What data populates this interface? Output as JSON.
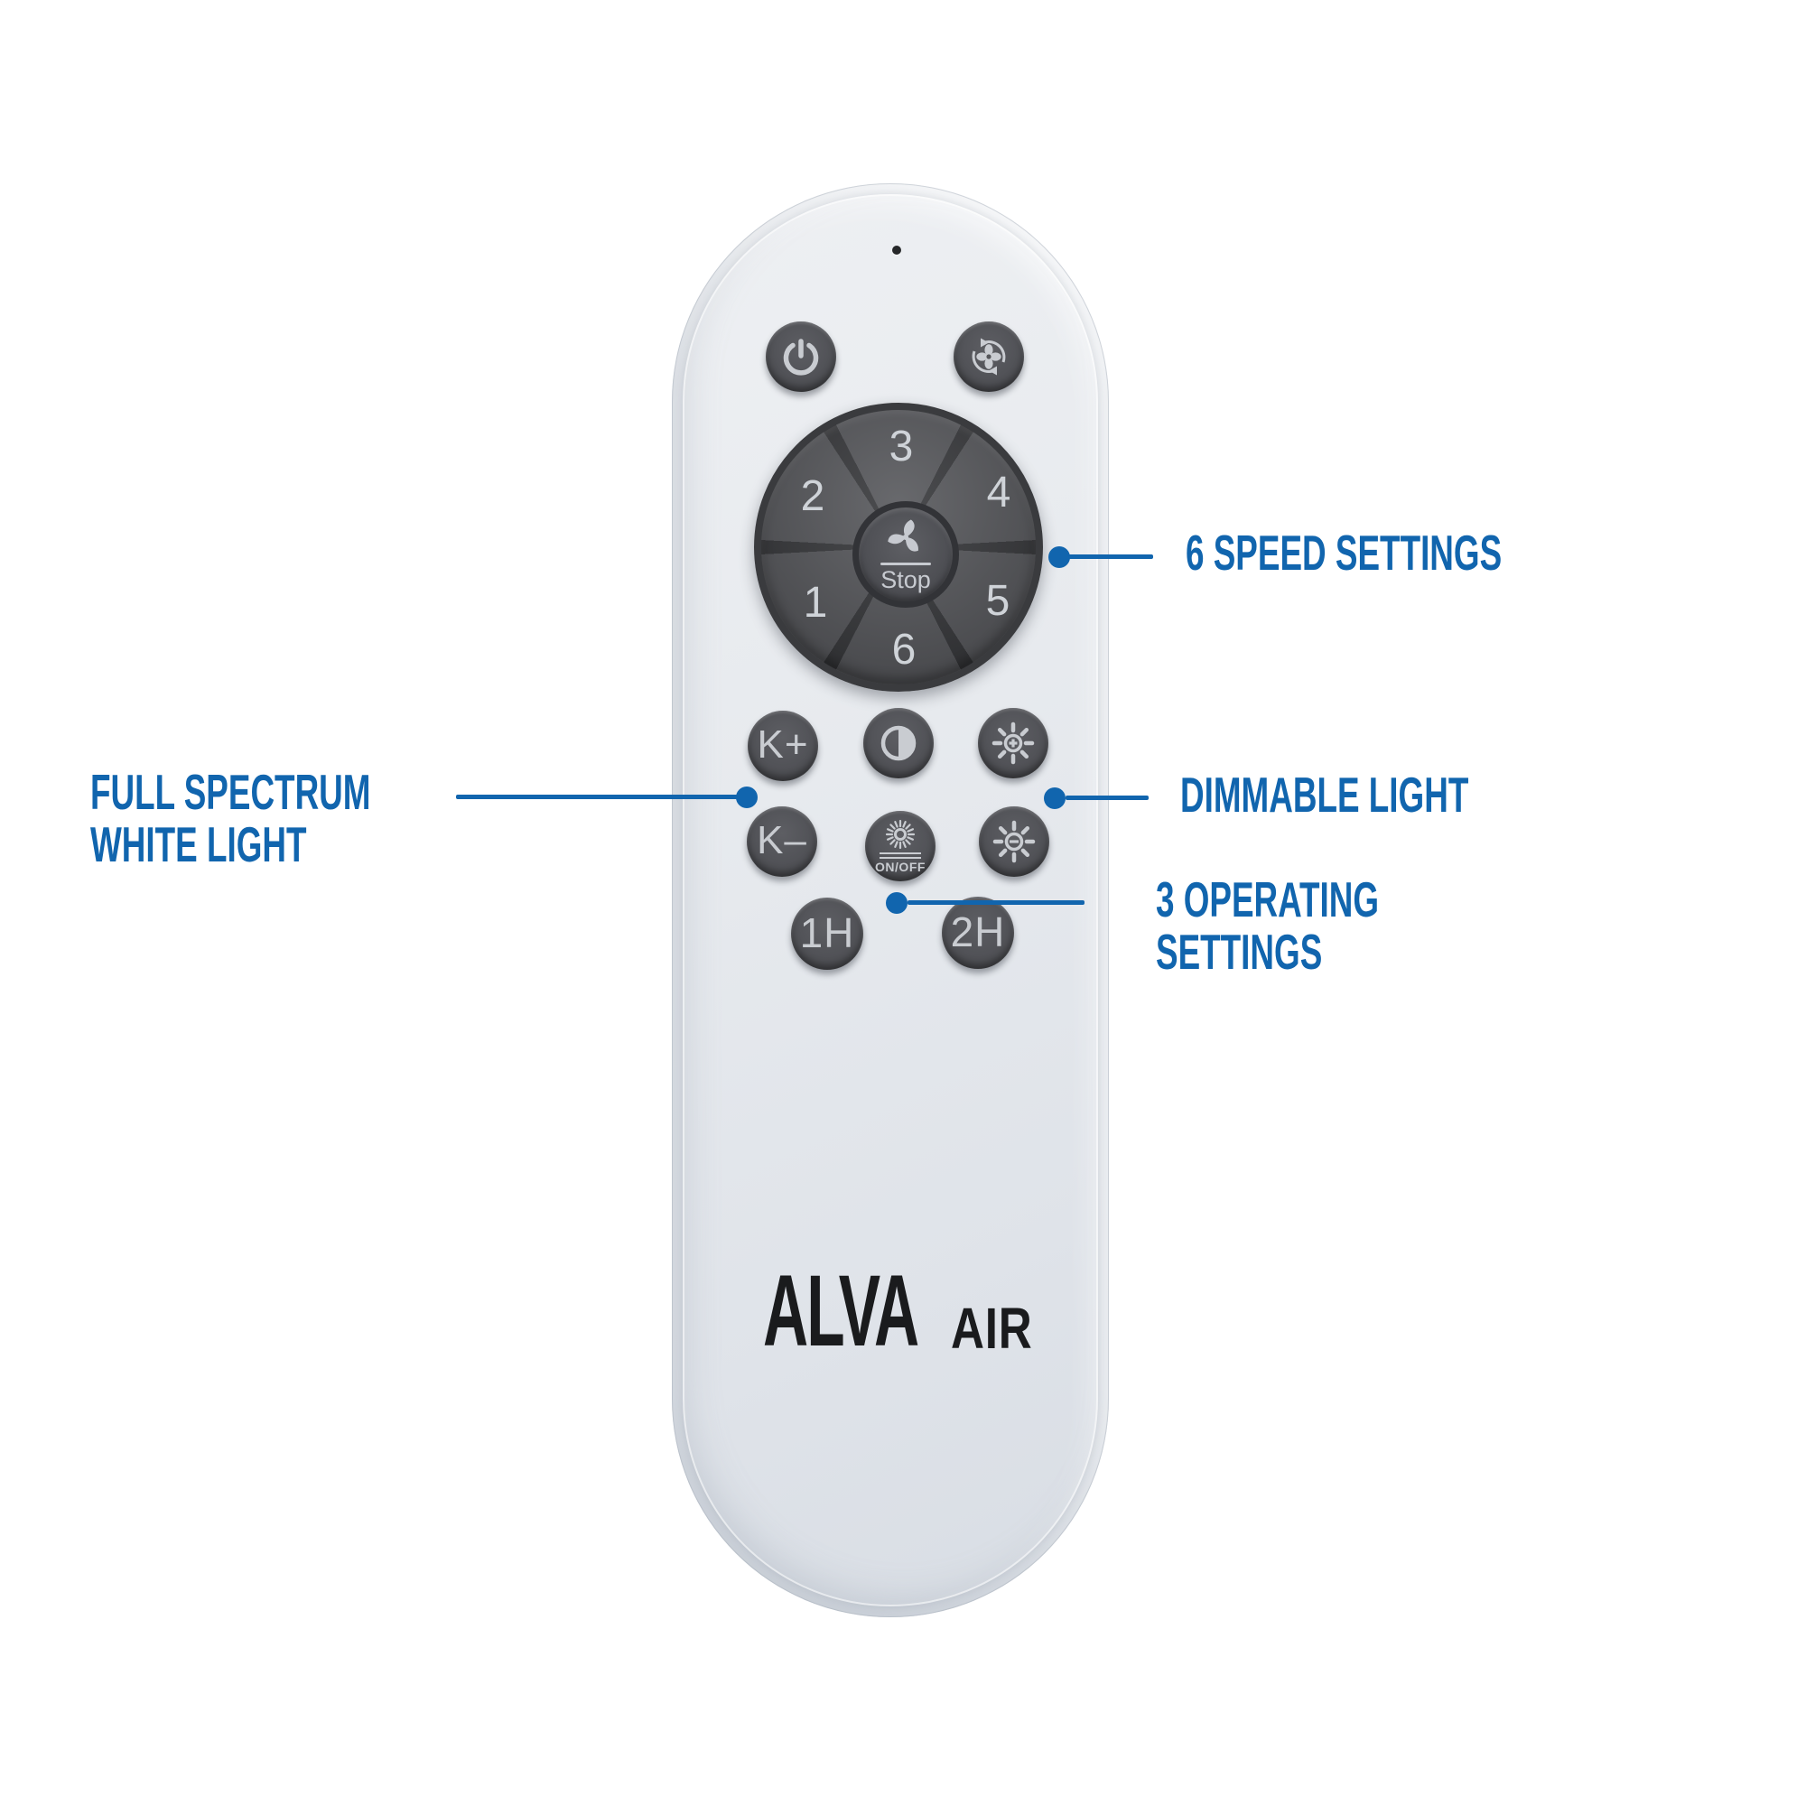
{
  "colors": {
    "accent_blue": "#1165ae",
    "remote_body_grey": "#e6e9ed",
    "button_dark_grey": "#515257",
    "glyph_light_grey": "#c9ccd1",
    "logo_black": "#1a1b1d"
  },
  "icons": {
    "power-icon": "power-symbol",
    "fan-direction-icon": "fan-with-circular-arrows",
    "fan-stop-icon": "three-blade-fan-swirl",
    "contrast-icon": "half-filled-circle",
    "brightness-up-icon": "sun-with-plus",
    "brightness-down-icon": "sun-with-minus",
    "light-onoff-icon": "sun-with-thin-rays",
    "led-indicator": "small-dark-dot"
  },
  "callouts": {
    "speed": {
      "label": "6 SPEED SETTINGS"
    },
    "full_spectrum": {
      "line1": "FULL SPECTRUM",
      "line2": "WHITE LIGHT"
    },
    "dimmable": {
      "label": "DIMMABLE LIGHT"
    },
    "operating": {
      "line1": "3 OPERATING",
      "line2": "SETTINGS"
    }
  },
  "remote": {
    "brand": {
      "name": "ALVA",
      "suffix": "AIR"
    },
    "speed_pad": {
      "speeds": [
        "1",
        "2",
        "3",
        "4",
        "5",
        "6"
      ],
      "stop_label": "Stop"
    },
    "buttons": {
      "k_plus": "K+",
      "k_minus": "K–",
      "on_off": "ON/OFF",
      "timer_1h": "1H",
      "timer_2h": "2H"
    }
  }
}
